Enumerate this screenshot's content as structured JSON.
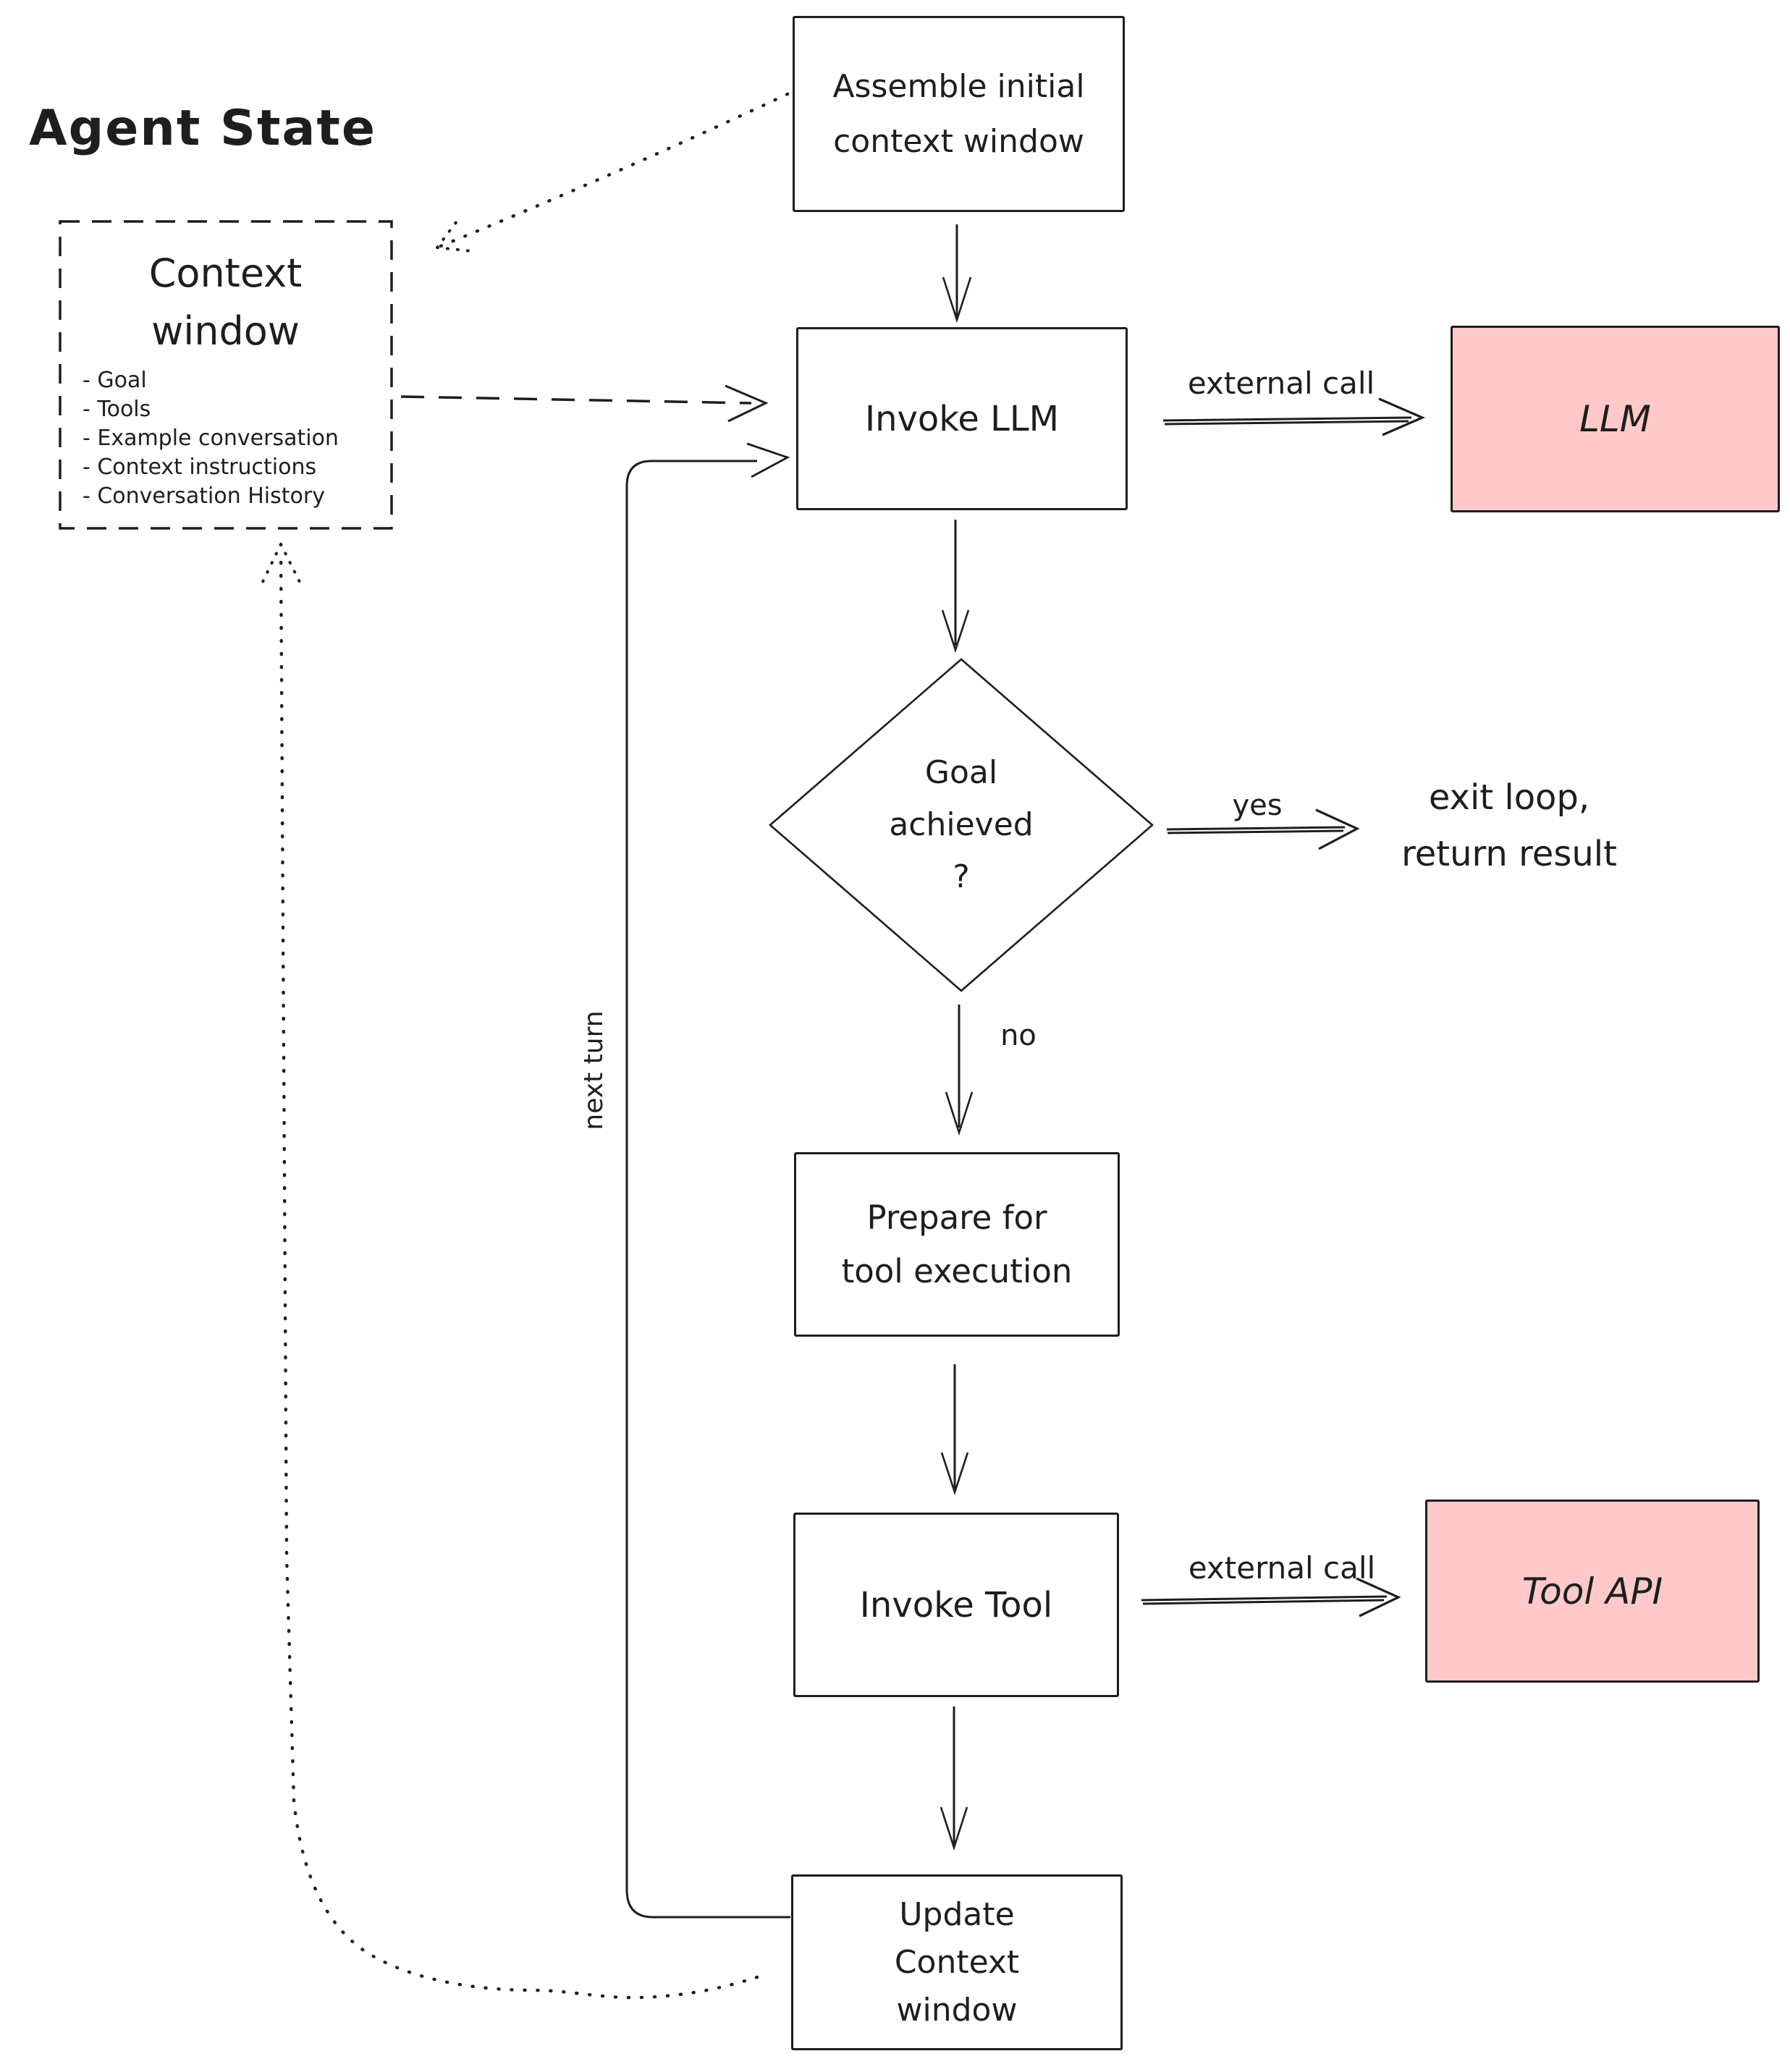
{
  "colors": {
    "ink": "#1e1e1e",
    "accent_pink": "#ffc9c9",
    "background": "#ffffff"
  },
  "title": "Agent State",
  "context_window": {
    "heading": "Context\nwindow",
    "items": [
      "- Goal",
      "- Tools",
      "- Example conversation",
      "- Context instructions",
      "- Conversation History"
    ]
  },
  "nodes": {
    "assemble": "Assemble initial\ncontext window",
    "invoke_llm": "Invoke LLM",
    "llm": "LLM",
    "goal_achieved": "Goal\nachieved\n?",
    "exit_loop": "exit loop,\nreturn result",
    "prepare": "Prepare for\ntool execution",
    "invoke_tool": "Invoke Tool",
    "tool_api": "Tool API",
    "update_context": "Update\nContext\nwindow"
  },
  "edge_labels": {
    "external_call_llm": "external call",
    "external_call_tool": "external call",
    "yes": "yes",
    "no": "no",
    "next_turn": "next turn"
  }
}
